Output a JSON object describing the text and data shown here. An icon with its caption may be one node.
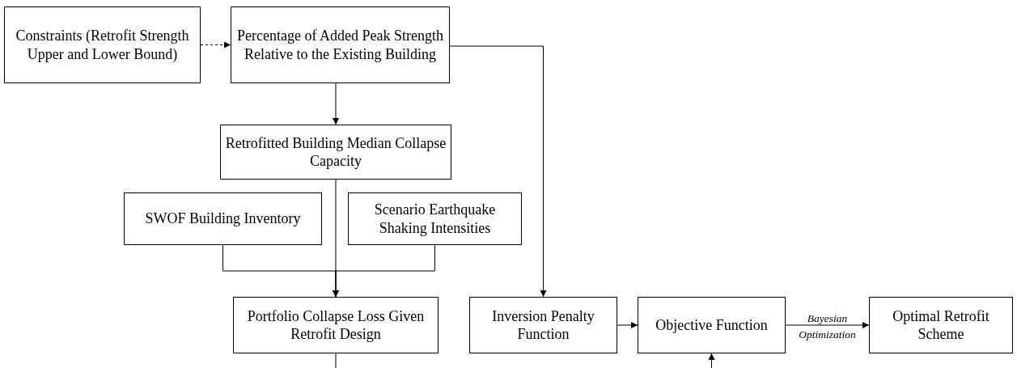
{
  "diagram": {
    "nodes": [
      {
        "text": [
          "Constraints (Retrofit Strength Upper and Lower Bound)"
        ]
      },
      {
        "text": [
          "Percentage of Added Peak Strength Relative to the Existing Building"
        ]
      },
      {
        "text": [
          "Retrofitted Building Median Collapse Capacity"
        ]
      },
      {
        "text": [
          "SWOF Building Inventory"
        ]
      },
      {
        "text": [
          "Scenario Earthquake Shaking Intensities"
        ]
      },
      {
        "text": [
          "Portfolio Collapse Loss Given Retrofit Design"
        ]
      },
      {
        "text": [
          "Inversion Penalty Function"
        ]
      },
      {
        "text": [
          "Objective Function"
        ]
      },
      {
        "text": [
          "Optimal Retrofit Scheme"
        ]
      }
    ],
    "edges": [
      {
        "from": 0,
        "to": 1,
        "arrow": "to",
        "style": "dashed"
      },
      {
        "from": 1,
        "to": 2,
        "arrow": "to"
      },
      {
        "from": 2,
        "to": 5,
        "arrow": "to"
      },
      {
        "from": 3,
        "to": 5,
        "arrow": "to"
      },
      {
        "from": 4,
        "to": 5,
        "arrow": "to"
      },
      {
        "from": 1,
        "to": 6,
        "arrow": "to"
      },
      {
        "from": 6,
        "to": 7,
        "arrow": "to"
      },
      {
        "from": 7,
        "to": 8,
        "arrow": "to",
        "label": "Bayesian Optimization"
      },
      {
        "from": 5,
        "to": null,
        "arrow": "none"
      },
      {
        "from": null,
        "to": 7,
        "arrow": "to"
      }
    ]
  }
}
